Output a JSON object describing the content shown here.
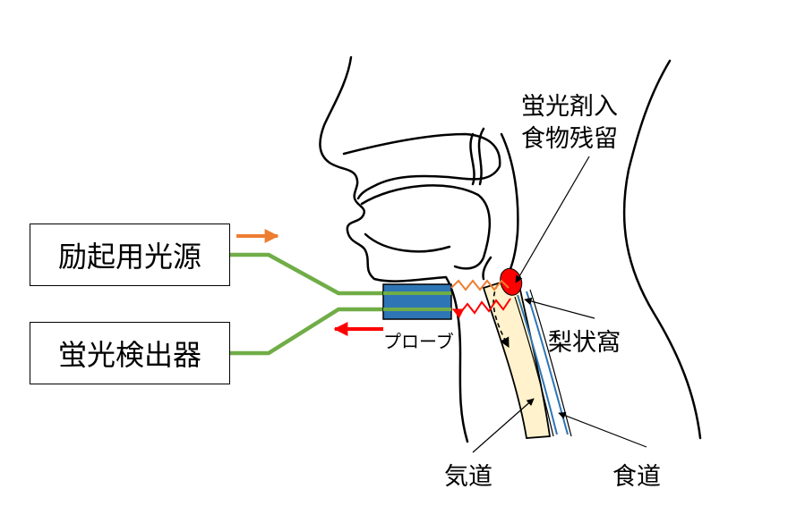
{
  "boxes": {
    "excitation_source": "励起用光源",
    "fluorescence_detector": "蛍光検出器"
  },
  "labels": {
    "probe": "プローブ",
    "residue_line1": "蛍光剤入",
    "residue_line2": "食物残留",
    "piriform_sinus": "梨状窩",
    "trachea": "気道",
    "esophagus": "食道"
  },
  "colors": {
    "fiber": "#70ad47",
    "excitation_arrow": "#ed7d31",
    "fluorescence_arrow": "#ff0000",
    "probe": "#2e75b6",
    "trachea_fill": "#fff2cc",
    "esophagus_line": "#2e75b6",
    "residue": "#ff0000"
  }
}
